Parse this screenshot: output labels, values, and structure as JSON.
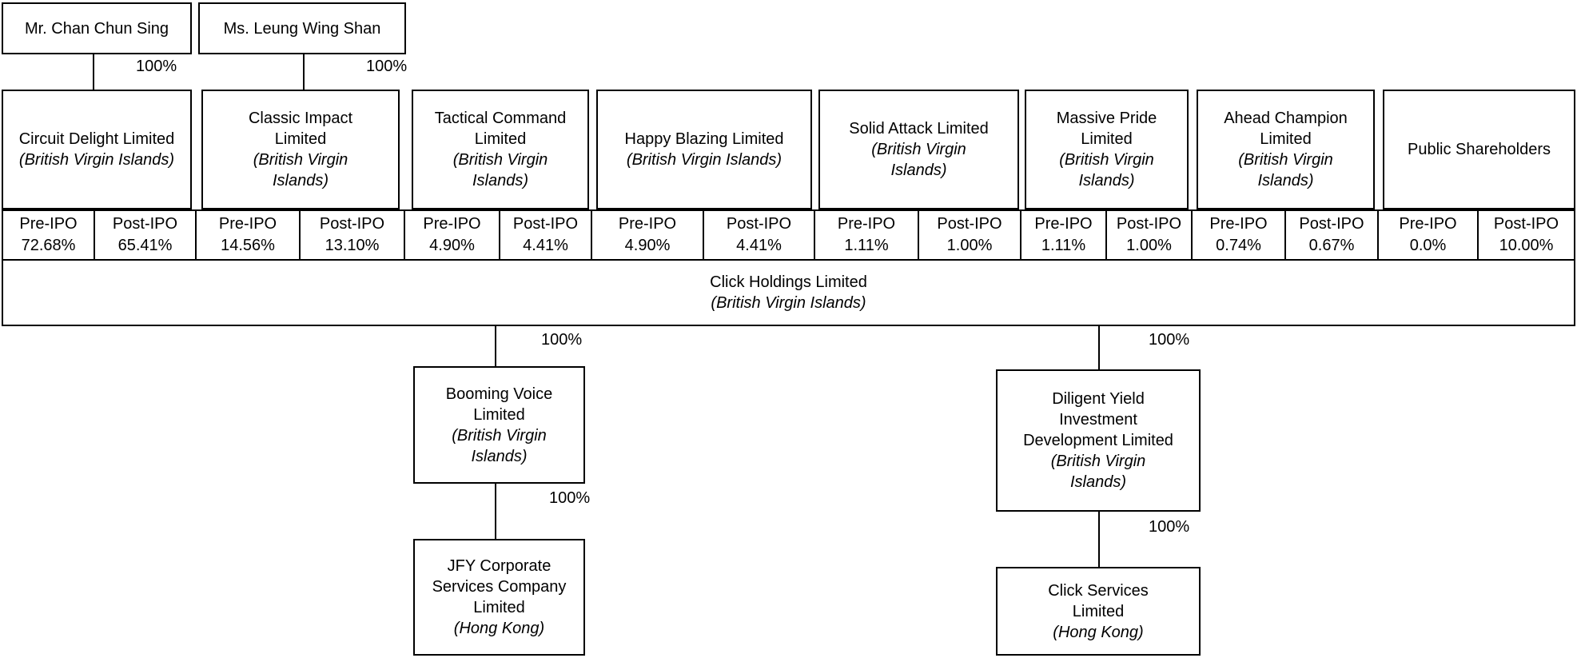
{
  "owners": [
    {
      "name": "Mr. Chan Chun Sing",
      "ownership": "100%"
    },
    {
      "name": "Ms. Leung Wing Shan",
      "ownership": "100%"
    }
  ],
  "shareholders": [
    {
      "name_lines": [
        "Circuit Delight Limited"
      ],
      "jurisdiction_lines": [
        "(British Virgin Islands)"
      ],
      "pre_ipo": {
        "label": "Pre-IPO",
        "value": "72.68%"
      },
      "post_ipo": {
        "label": "Post-IPO",
        "value": "65.41%"
      }
    },
    {
      "name_lines": [
        "Classic Impact",
        "Limited"
      ],
      "jurisdiction_lines": [
        "(British Virgin",
        "Islands)"
      ],
      "pre_ipo": {
        "label": "Pre-IPO",
        "value": "14.56%"
      },
      "post_ipo": {
        "label": "Post-IPO",
        "value": "13.10%"
      }
    },
    {
      "name_lines": [
        "Tactical Command",
        "Limited"
      ],
      "jurisdiction_lines": [
        "(British Virgin",
        "Islands)"
      ],
      "pre_ipo": {
        "label": "Pre-IPO",
        "value": "4.90%"
      },
      "post_ipo": {
        "label": "Post-IPO",
        "value": "4.41%"
      }
    },
    {
      "name_lines": [
        "Happy Blazing Limited"
      ],
      "jurisdiction_lines": [
        "(British Virgin Islands)"
      ],
      "pre_ipo": {
        "label": "Pre-IPO",
        "value": "4.90%"
      },
      "post_ipo": {
        "label": "Post-IPO",
        "value": "4.41%"
      }
    },
    {
      "name_lines": [
        "Solid Attack Limited"
      ],
      "jurisdiction_lines": [
        "(British Virgin",
        "Islands)"
      ],
      "pre_ipo": {
        "label": "Pre-IPO",
        "value": "1.11%"
      },
      "post_ipo": {
        "label": "Post-IPO",
        "value": "1.00%"
      }
    },
    {
      "name_lines": [
        "Massive Pride",
        "Limited"
      ],
      "jurisdiction_lines": [
        "(British Virgin",
        "Islands)"
      ],
      "pre_ipo": {
        "label": "Pre-IPO",
        "value": "1.11%"
      },
      "post_ipo": {
        "label": "Post-IPO",
        "value": "1.00%"
      }
    },
    {
      "name_lines": [
        "Ahead Champion",
        "Limited"
      ],
      "jurisdiction_lines": [
        "(British Virgin",
        "Islands)"
      ],
      "pre_ipo": {
        "label": "Pre-IPO",
        "value": "0.74%"
      },
      "post_ipo": {
        "label": "Post-IPO",
        "value": "0.67%"
      }
    },
    {
      "name_lines": [
        "Public Shareholders"
      ],
      "jurisdiction_lines": [],
      "pre_ipo": {
        "label": "Pre-IPO",
        "value": "0.0%"
      },
      "post_ipo": {
        "label": "Post-IPO",
        "value": "10.00%"
      }
    }
  ],
  "holding_company": {
    "name": "Click Holdings Limited",
    "jurisdiction": "(British Virgin Islands)"
  },
  "left_chain": [
    {
      "ownership": "100%",
      "name_lines": [
        "Booming Voice",
        "Limited"
      ],
      "jurisdiction_lines": [
        "(British Virgin",
        "Islands)"
      ]
    },
    {
      "ownership": "100%",
      "name_lines": [
        "JFY Corporate",
        "Services Company",
        "Limited"
      ],
      "jurisdiction_lines": [
        "(Hong Kong)"
      ]
    }
  ],
  "right_chain": [
    {
      "ownership": "100%",
      "name_lines": [
        "Diligent Yield",
        "Investment",
        "Development Limited"
      ],
      "jurisdiction_lines": [
        "(British Virgin",
        "Islands)"
      ]
    },
    {
      "ownership": "100%",
      "name_lines": [
        "Click Services",
        "Limited"
      ],
      "jurisdiction_lines": [
        "(Hong Kong)"
      ]
    }
  ]
}
